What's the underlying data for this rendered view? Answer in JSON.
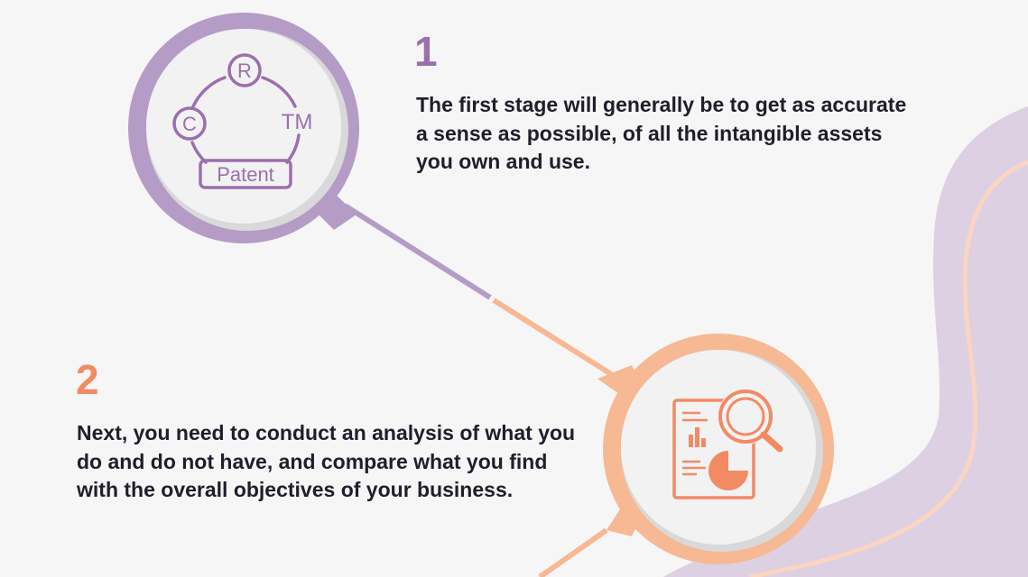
{
  "steps": [
    {
      "number": "1",
      "text": "The first stage will generally be to get as accurate a sense as possible, of all the intangible assets you own and use.",
      "icon": "intellectual-property-icon",
      "icon_labels": {
        "registered": "R",
        "copyright": "C",
        "trademark": "TM",
        "patent": "Patent"
      }
    },
    {
      "number": "2",
      "text": "Next, you need to conduct an analysis of what you do and do not have, and compare what you find with the overall objectives of your business.",
      "icon": "analysis-report-icon"
    }
  ],
  "colors": {
    "background": "#f6f6f6",
    "purple": "#b49cc6",
    "purple_dark": "#9b70ad",
    "orange": "#f6b993",
    "orange_dark": "#f28a63",
    "blob": "#ddd0e3",
    "blob_line": "#fbd4c2",
    "text": "#1f1f2b"
  }
}
